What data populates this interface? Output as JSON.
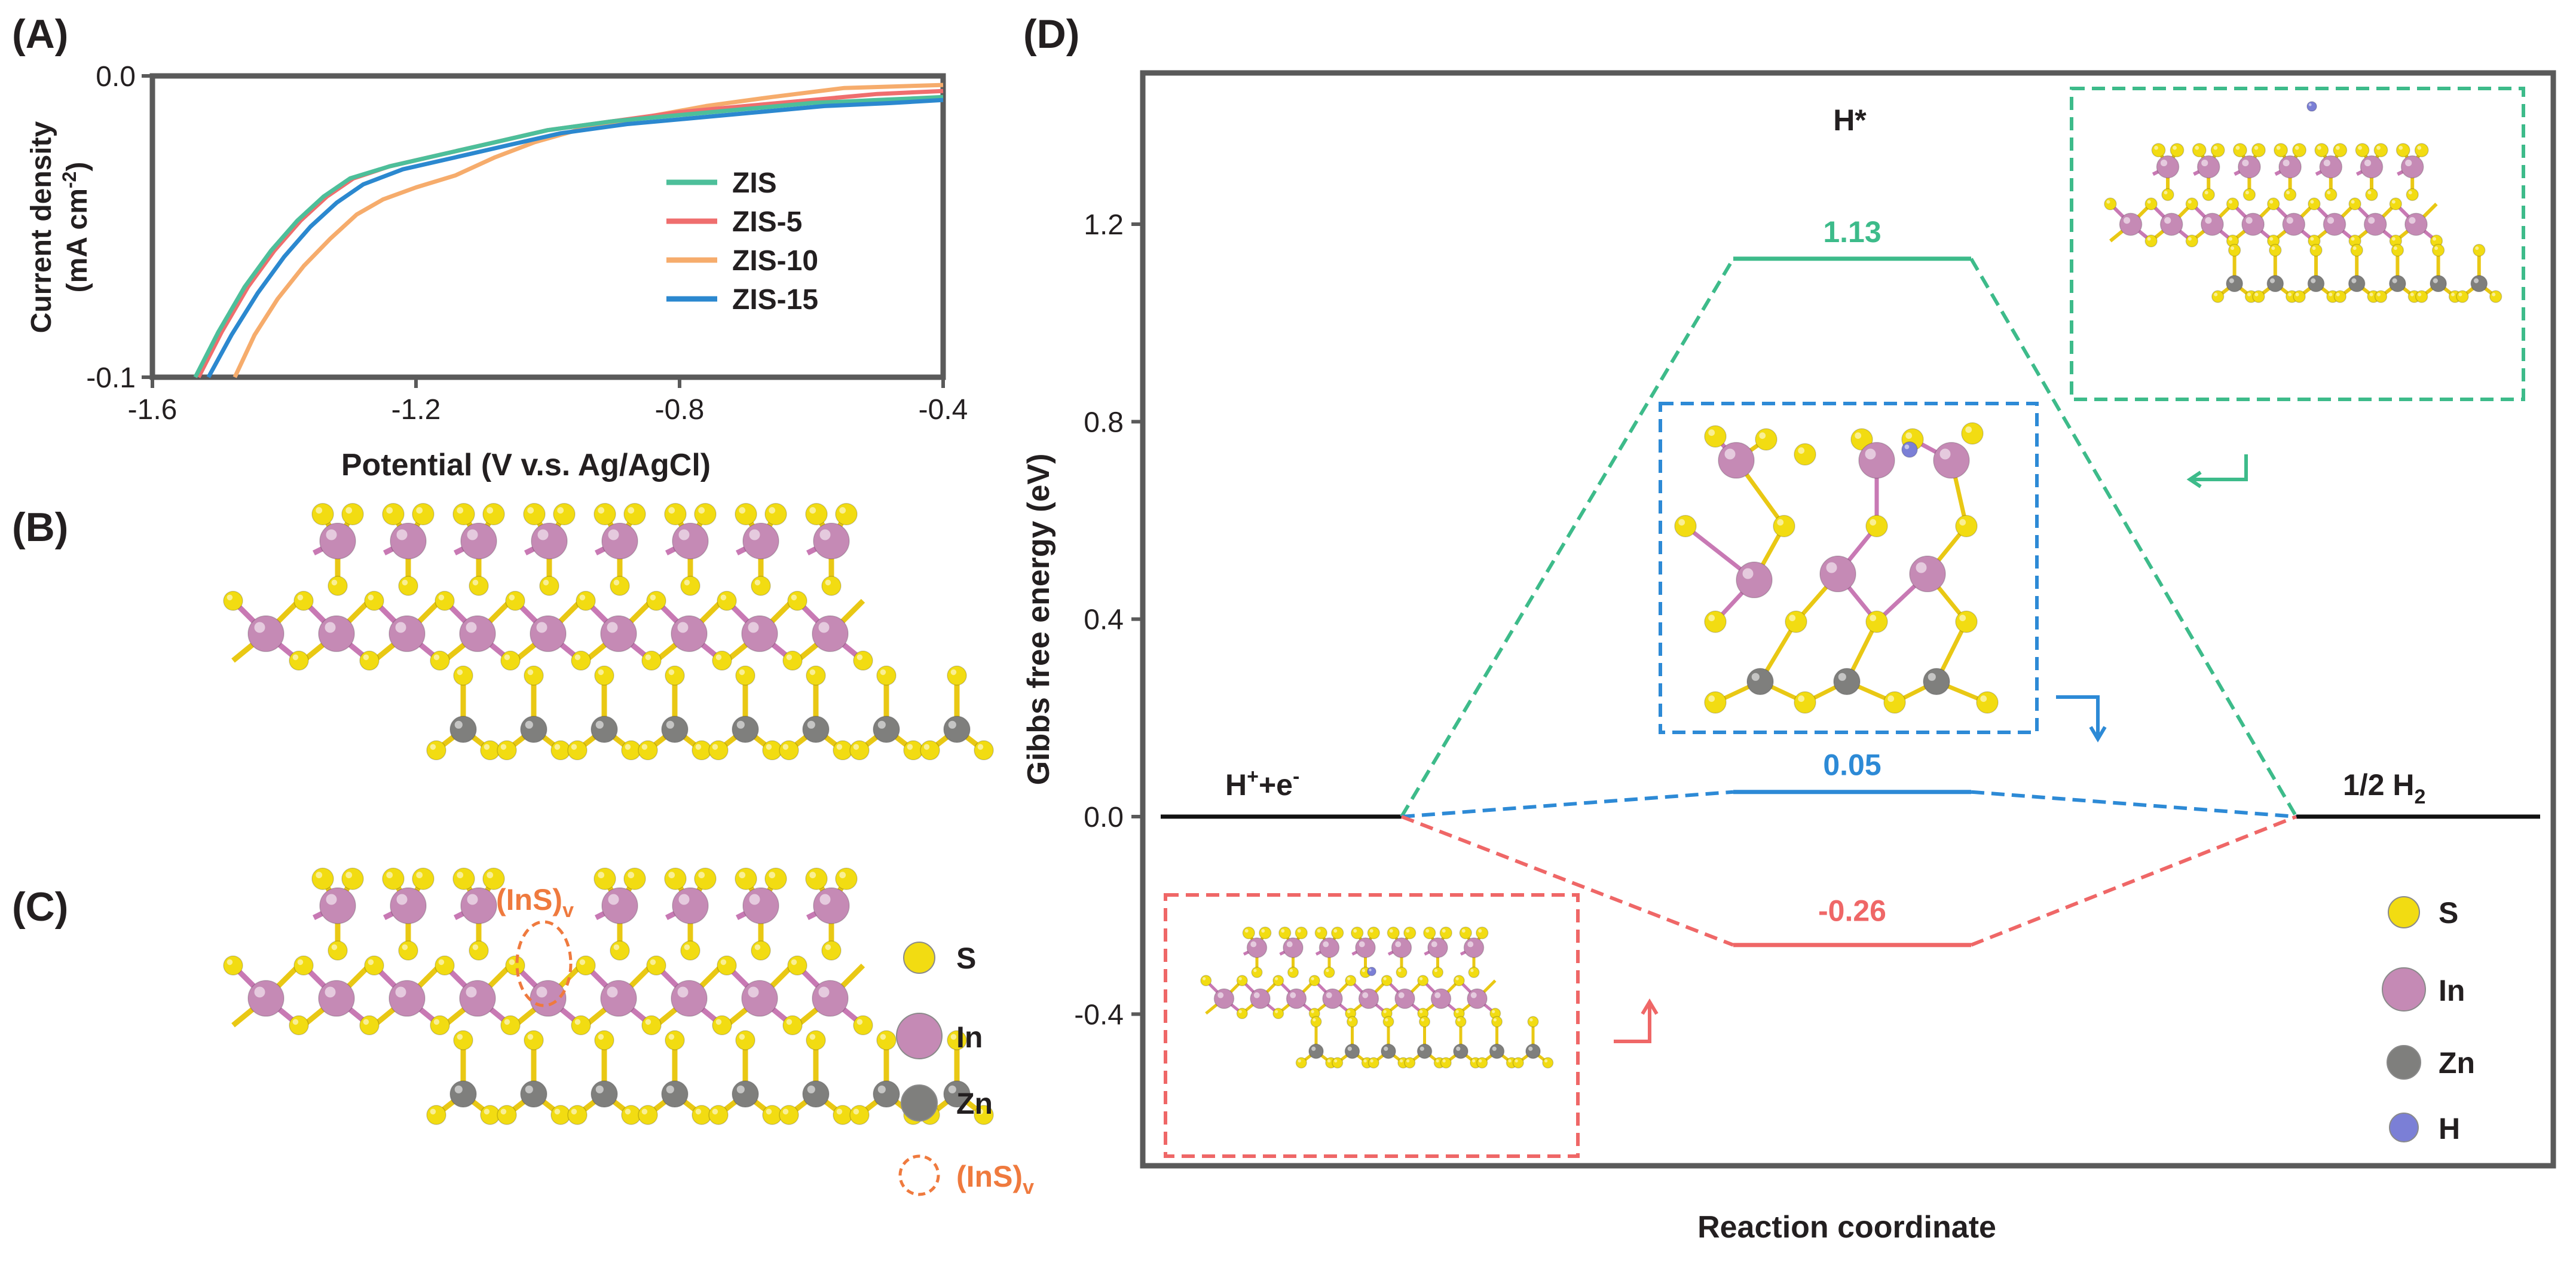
{
  "panels": {
    "A": "(A)",
    "B": "(B)",
    "C": "(C)",
    "D": "(D)"
  },
  "colors": {
    "S": "#f2dc12",
    "In": "#c58ab5",
    "Zn": "#7f7f7d",
    "H": "#7b7fd6",
    "bondS": "#e9c814",
    "bondIn": "#c879b4",
    "ZIS": "#4dbf9a",
    "ZIS-5": "#ef6e6e",
    "ZIS-10": "#f6ac6c",
    "ZIS-15": "#2b88cf",
    "vacancy": "#ef7a3e"
  },
  "chart_data": [
    {
      "type": "line",
      "xlabel": "Potential (V v.s. Ag/AgCl)",
      "ylabel_line1": "Current density",
      "ylabel_line2": "(mA cm",
      "ylabel_sup": "-2",
      "ylabel_close": ")",
      "xlim": [
        -1.6,
        -0.4
      ],
      "ylim": [
        -0.1,
        0.0
      ],
      "xticks": [
        -1.6,
        -1.2,
        -0.8,
        -0.4
      ],
      "xtick_labels": [
        "-1.6",
        "-1.2",
        "-0.8",
        "-0.4"
      ],
      "yticks": [
        0.0,
        -0.1
      ],
      "ytick_labels": [
        "0.0",
        "-0.1"
      ],
      "legend_position": "right",
      "series": [
        {
          "name": "ZIS",
          "color": "#4dbf9a",
          "x": [
            -1.535,
            -1.5,
            -1.46,
            -1.42,
            -1.38,
            -1.34,
            -1.3,
            -1.24,
            -1.16,
            -1.08,
            -1.0,
            -0.9,
            -0.8,
            -0.7,
            -0.6,
            -0.5,
            -0.4
          ],
          "y": [
            -0.1,
            -0.085,
            -0.07,
            -0.058,
            -0.048,
            -0.04,
            -0.034,
            -0.03,
            -0.026,
            -0.022,
            -0.018,
            -0.015,
            -0.013,
            -0.011,
            -0.009,
            -0.008,
            -0.007
          ]
        },
        {
          "name": "ZIS-5",
          "color": "#ef6e6e",
          "x": [
            -1.53,
            -1.495,
            -1.455,
            -1.415,
            -1.375,
            -1.335,
            -1.295,
            -1.24,
            -1.16,
            -1.08,
            -1.0,
            -0.9,
            -0.8,
            -0.7,
            -0.6,
            -0.5,
            -0.4
          ],
          "y": [
            -0.1,
            -0.085,
            -0.07,
            -0.058,
            -0.048,
            -0.04,
            -0.034,
            -0.03,
            -0.026,
            -0.022,
            -0.018,
            -0.015,
            -0.012,
            -0.01,
            -0.008,
            -0.006,
            -0.005
          ]
        },
        {
          "name": "ZIS-10",
          "color": "#f6ac6c",
          "x": [
            -1.475,
            -1.445,
            -1.41,
            -1.37,
            -1.33,
            -1.29,
            -1.25,
            -1.2,
            -1.14,
            -1.08,
            -1.02,
            -0.94,
            -0.86,
            -0.76,
            -0.66,
            -0.55,
            -0.4
          ],
          "y": [
            -0.1,
            -0.086,
            -0.074,
            -0.063,
            -0.054,
            -0.046,
            -0.041,
            -0.037,
            -0.033,
            -0.027,
            -0.022,
            -0.017,
            -0.014,
            -0.01,
            -0.007,
            -0.004,
            -0.003
          ]
        },
        {
          "name": "ZIS-15",
          "color": "#2b88cf",
          "x": [
            -1.515,
            -1.48,
            -1.44,
            -1.4,
            -1.36,
            -1.32,
            -1.28,
            -1.22,
            -1.14,
            -1.06,
            -0.98,
            -0.88,
            -0.78,
            -0.68,
            -0.58,
            -0.48,
            -0.4
          ],
          "y": [
            -0.1,
            -0.086,
            -0.072,
            -0.06,
            -0.05,
            -0.042,
            -0.036,
            -0.031,
            -0.027,
            -0.023,
            -0.019,
            -0.016,
            -0.014,
            -0.012,
            -0.01,
            -0.009,
            -0.008
          ]
        }
      ]
    },
    {
      "type": "line",
      "xlabel": "Reaction coordinate",
      "ylabel": "Gibbs free energy (eV)",
      "ylim": [
        -0.7,
        1.48
      ],
      "yticks": [
        -0.4,
        0.0,
        0.4,
        0.8,
        1.2
      ],
      "ytick_labels": [
        "-0.4",
        "0.0",
        "0.4",
        "0.8",
        "1.2"
      ],
      "states": [
        "H+ + e-",
        "H*",
        "1/2 H2"
      ],
      "state_label_left_main": "H",
      "state_label_left_sup1": "+",
      "state_label_left_mid": "+e",
      "state_label_left_sup2": "-",
      "state_label_mid": "H*",
      "state_label_right_main": "1/2 H",
      "state_label_right_sub": "2",
      "series": [
        {
          "name": "1.13",
          "color": "#3dbb8a",
          "values": [
            0.0,
            1.13,
            0.0
          ],
          "label": "1.13"
        },
        {
          "name": "0.05",
          "color": "#2d8ad6",
          "values": [
            0.0,
            0.05,
            0.0
          ],
          "label": "0.05"
        },
        {
          "name": "-0.26",
          "color": "#ef6767",
          "values": [
            0.0,
            -0.26,
            0.0
          ],
          "label": "-0.26"
        }
      ]
    }
  ],
  "legend_c": {
    "S": "S",
    "In": "In",
    "Zn": "Zn",
    "vac_main": "(InS)",
    "vac_sub": "v"
  },
  "legend_d": {
    "S": "S",
    "In": "In",
    "Zn": "Zn",
    "H": "H"
  },
  "vacancy_label_main": "(InS)",
  "vacancy_label_sub": "v"
}
